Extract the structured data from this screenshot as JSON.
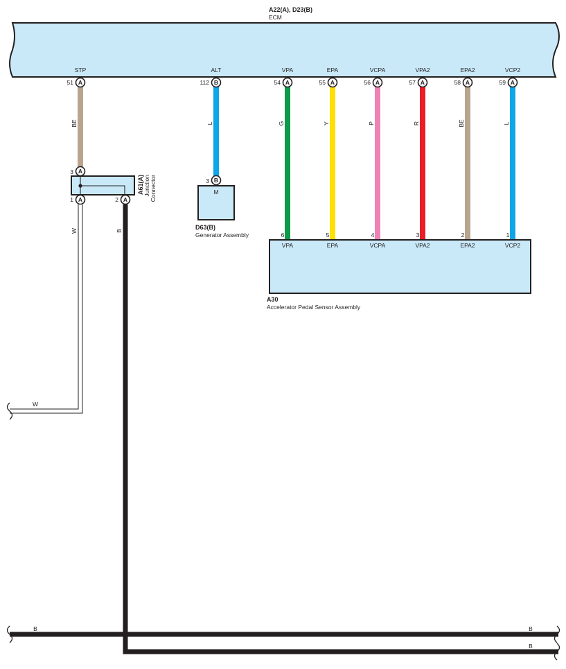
{
  "ecm": {
    "code": "A22(A), D23(B)",
    "name": "ECM",
    "terminals": [
      {
        "signal": "STP",
        "pin": "51",
        "connector": "A"
      },
      {
        "signal": "ALT",
        "pin": "112",
        "connector": "B"
      },
      {
        "signal": "VPA",
        "pin": "54",
        "connector": "A"
      },
      {
        "signal": "EPA",
        "pin": "55",
        "connector": "A"
      },
      {
        "signal": "VCPA",
        "pin": "56",
        "connector": "A"
      },
      {
        "signal": "VPA2",
        "pin": "57",
        "connector": "A"
      },
      {
        "signal": "EPA2",
        "pin": "58",
        "connector": "A"
      },
      {
        "signal": "VCP2",
        "pin": "59",
        "connector": "A"
      }
    ]
  },
  "wires": [
    {
      "code": "BE",
      "color": "#b9a48d"
    },
    {
      "code": "L",
      "color": "#0ea5e9"
    },
    {
      "code": "G",
      "color": "#0e9a4a"
    },
    {
      "code": "Y",
      "color": "#ffe000"
    },
    {
      "code": "P",
      "color": "#ee82b4"
    },
    {
      "code": "R",
      "color": "#ec1c24"
    },
    {
      "code": "BE",
      "color": "#b9a48d"
    },
    {
      "code": "L",
      "color": "#0ea5e9"
    }
  ],
  "junction": {
    "code": "A61(A)",
    "name": "Junction Connector",
    "pins": [
      {
        "pin": "3",
        "connector": "A"
      },
      {
        "pin": "1",
        "connector": "A"
      },
      {
        "pin": "2",
        "connector": "A"
      }
    ]
  },
  "generator": {
    "code": "D63(B)",
    "name": "Generator Assembly",
    "pin": "3",
    "connector": "B",
    "terminal": "M"
  },
  "pedal_sensor": {
    "code": "A30",
    "name": "Accelerator Pedal Sensor Assembly",
    "terminals": [
      {
        "pin": "6",
        "signal": "VPA"
      },
      {
        "pin": "5",
        "signal": "EPA"
      },
      {
        "pin": "4",
        "signal": "VCPA"
      },
      {
        "pin": "3",
        "signal": "VPA2"
      },
      {
        "pin": "2",
        "signal": "EPA2"
      },
      {
        "pin": "1",
        "signal": "VCP2"
      }
    ]
  },
  "lower_wires": {
    "white_code": "W",
    "black_code": "B",
    "white_color": "#ffffff",
    "black_color": "#231f20"
  }
}
